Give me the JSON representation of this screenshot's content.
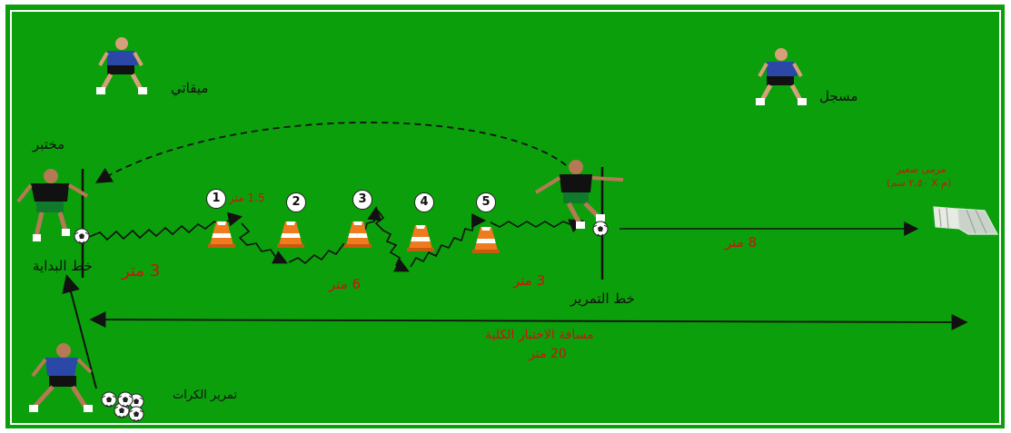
{
  "labels": {
    "timekeeper": "ميقاتي",
    "recorder": "مسجل",
    "tester": "مختبر",
    "start_line": "خط البداية",
    "start_distance": "3 متر",
    "passing_line": "خط التمرير",
    "small_goal_title": "مرمى صغير",
    "small_goal_size": "(م X ٢,٥٠ سم)",
    "goal_distance": "8 متر",
    "cones_distance": "6 متر",
    "cone_spacing": "1.5 متر",
    "pass_distance": "3 متر",
    "total_distance_label": "مسافة الاختبار الكلية",
    "total_distance_value": "20 متر",
    "ball_passing": "تمرير الكرات"
  },
  "cones": [
    "1",
    "2",
    "3",
    "4",
    "5"
  ],
  "colors": {
    "field": "#0b9f0b",
    "field_border": "#ffffff",
    "cone": "#f07a1e",
    "label_red": "#d01010",
    "shirt_blue": "#2b48a8",
    "shirt_green": "#0f7a2b"
  }
}
